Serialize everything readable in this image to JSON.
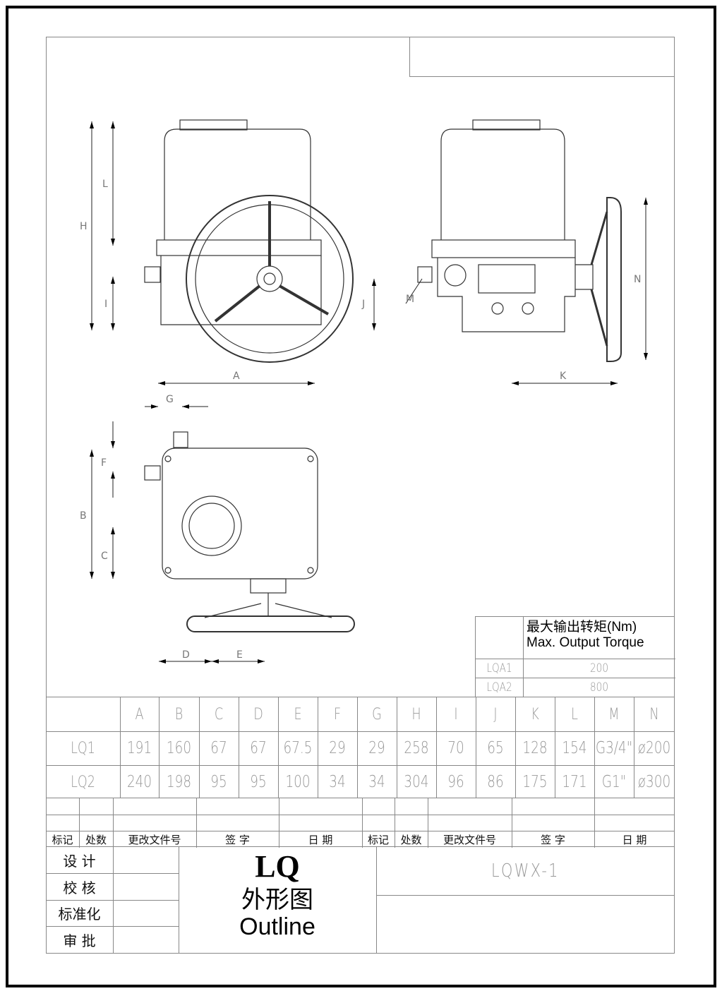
{
  "drawing": {
    "dimension_labels": {
      "A": "A",
      "B": "B",
      "C": "C",
      "D": "D",
      "E": "E",
      "F": "F",
      "G": "G",
      "H": "H",
      "I": "I",
      "J": "J",
      "K": "K",
      "L": "L",
      "M": "M",
      "N": "N"
    }
  },
  "torque_table": {
    "header_cn": "最大输出转矩(Nm)",
    "header_en": "Max. Output Torque",
    "rows": [
      {
        "model": "LQA1",
        "value": "200"
      },
      {
        "model": "LQA2",
        "value": "800"
      }
    ]
  },
  "dimension_table": {
    "columns": [
      "A",
      "B",
      "C",
      "D",
      "E",
      "F",
      "G",
      "H",
      "I",
      "J",
      "K",
      "L",
      "M",
      "N"
    ],
    "rows": [
      {
        "model": "LQ1",
        "values": [
          "191",
          "160",
          "67",
          "67",
          "67.5",
          "29",
          "29",
          "258",
          "70",
          "65",
          "128",
          "154",
          "G3/4\"",
          "ø200"
        ]
      },
      {
        "model": "LQ2",
        "values": [
          "240",
          "198",
          "95",
          "95",
          "100",
          "34",
          "34",
          "304",
          "96",
          "86",
          "175",
          "171",
          "G1\"",
          "ø300"
        ]
      }
    ]
  },
  "revision_header": [
    "标记",
    "处数",
    "更改文件号",
    "签 字",
    "日 期",
    "标记",
    "处数",
    "更改文件号",
    "签 字",
    "日 期"
  ],
  "approval_labels": [
    "设 计",
    "校 核",
    "标准化",
    "审 批"
  ],
  "title": {
    "model": "LQ",
    "name_cn": "外形图",
    "name_en": "Outline"
  },
  "drawing_number": "LQWX-1"
}
